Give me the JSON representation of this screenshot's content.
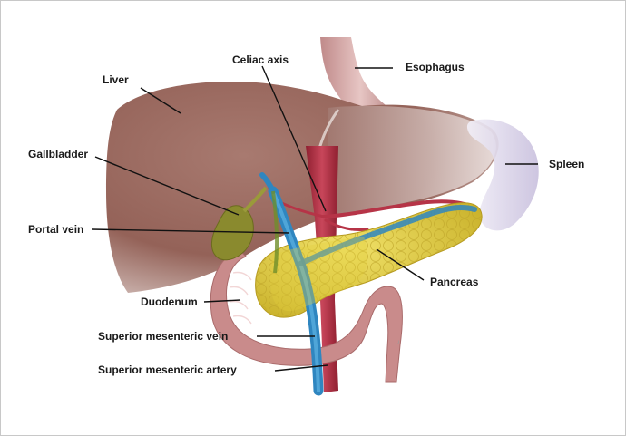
{
  "diagram": {
    "labels": {
      "liver": "Liver",
      "celiac_axis": "Celiac axis",
      "esophagus": "Esophagus",
      "gallbladder": "Gallbladder",
      "spleen": "Spleen",
      "portal_vein": "Portal vein",
      "pancreas": "Pancreas",
      "duodenum": "Duodenum",
      "superior_mesenteric_vein": "Superior mesenteric vein",
      "superior_mesenteric_artery": "Superior mesenteric artery"
    },
    "colors": {
      "liver": "#9a6a62",
      "aorta": "#b63447",
      "portal_vein": "#2f86c0",
      "pancreas": "#e2cf3c",
      "gallbladder": "#8a8a2e",
      "spleen": "#d9d3ea",
      "duodenum": "#c98b8b"
    }
  }
}
